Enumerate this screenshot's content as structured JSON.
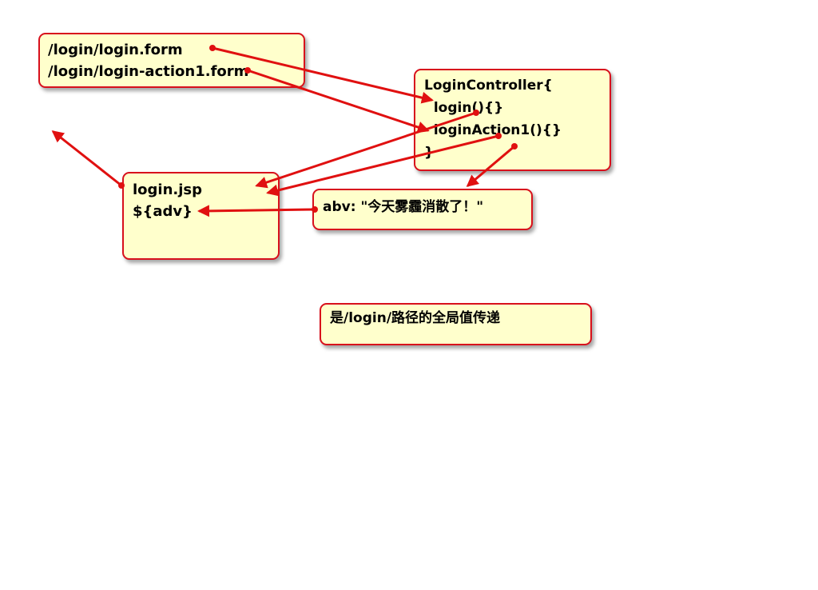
{
  "boxes": {
    "urls": {
      "lines": [
        "/login/login.form",
        "/login/login-action1.form"
      ]
    },
    "controller": {
      "lines": [
        "LoginController{",
        "  login(){}",
        "  loginAction1(){}",
        "}"
      ]
    },
    "jsp": {
      "lines": [
        "login.jsp",
        "${adv}"
      ]
    },
    "model": {
      "text": "abv: \"今天雾霾消散了！\""
    },
    "note": {
      "text": "是/login/路径的全局值传递"
    }
  },
  "colors": {
    "box_fill": "#ffffcc",
    "border": "#d8101c",
    "arrow": "#e01010"
  }
}
